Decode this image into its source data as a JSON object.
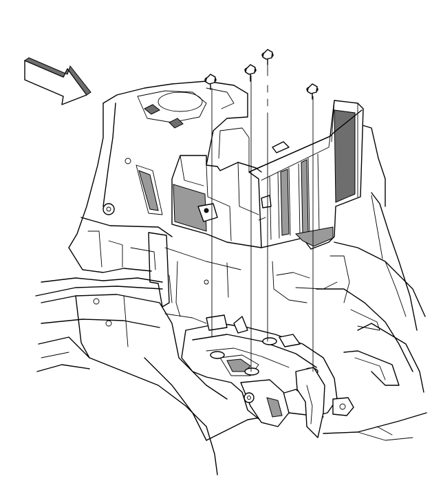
{
  "diagram": {
    "type": "exploded-assembly-line-drawing",
    "parts": [
      "view-direction-arrow",
      "battery-tray",
      "tray-bolts",
      "vehicle-body-structure",
      "mounting-bracket"
    ],
    "bolt_count": 4,
    "colors": {
      "line": "#000000",
      "background": "#ffffff",
      "shade": "#9a9a9a",
      "dark_shade": "#6e6e6e"
    }
  }
}
